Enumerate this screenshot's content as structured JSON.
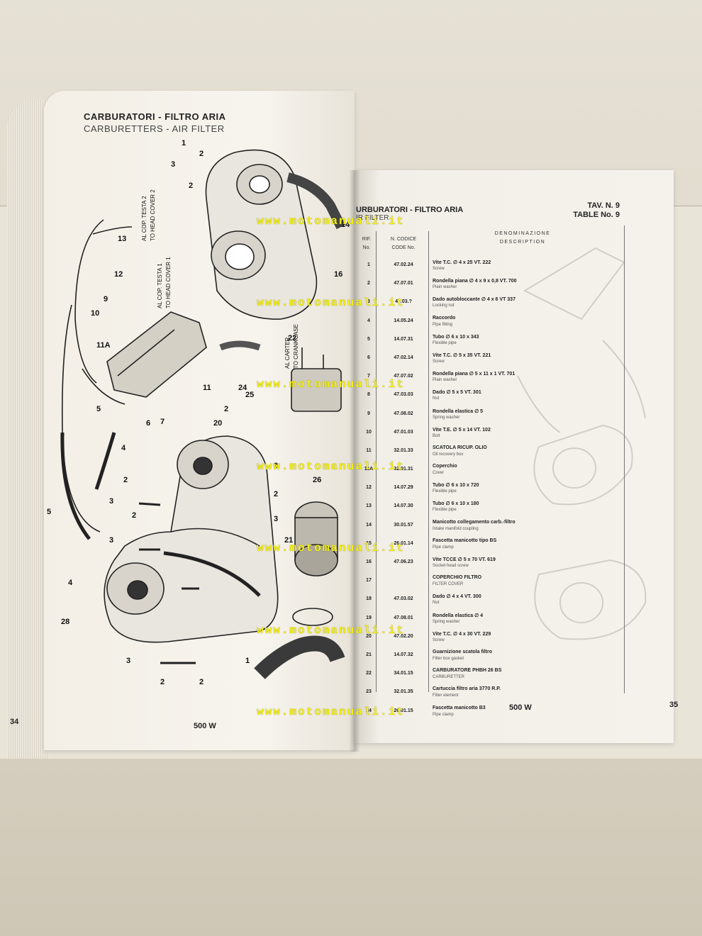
{
  "left_page": {
    "title_it": "CARBURATORI - FILTRO ARIA",
    "title_en": "CARBURETTERS - AIR FILTER",
    "page_number": "34",
    "model": "500 W",
    "diagram_labels": {
      "cover_head_2_it": "AL COP. TESTA 2",
      "cover_head_2_en": "TO HEAD COVER 2",
      "cover_head_1_it": "AL COP. TESTA 1",
      "cover_head_1_en": "TO HEAD COVER 1",
      "crankcase_it": "AL CARTER",
      "crankcase_en": "TO CRANKCASE"
    }
  },
  "right_page": {
    "title_it": "URBURATORI - FILTRO ARIA",
    "title_en": "IR FILTER",
    "table_it": "TAV. N. 9",
    "table_en": "TABLE No. 9",
    "page_number": "35",
    "model": "500 W",
    "col_ref": "RIF.",
    "col_ref_sub": "No.",
    "col_code": "N. CODICE",
    "col_code_sub": "CODE No.",
    "col_desc": "DENOMINAZIONE",
    "col_desc_sub": "DESCRIPTION",
    "rows": [
      {
        "ref": "1",
        "code": "47.02.24",
        "it": "Vite T.C. ∅ 4 x 25 VT. 222",
        "en": "Screw"
      },
      {
        "ref": "2",
        "code": "47.07.01",
        "it": "Rondella piana ∅ 4 x 9 x 0,8 VT. 700",
        "en": "Plain washer"
      },
      {
        "ref": "3",
        "code": "47.03.?",
        "it": "Dado autobloccante ∅ 4 x 6 VT 337",
        "en": "Locking nut"
      },
      {
        "ref": "4",
        "code": "14.05.24",
        "it": "Raccordo",
        "en": "Pipe fitting"
      },
      {
        "ref": "5",
        "code": "14.07.31",
        "it": "Tubo ∅ 6 x 10 x 343",
        "en": "Flexible pipe"
      },
      {
        "ref": "6",
        "code": "47.02.14",
        "it": "Vite T.C. ∅ 5 x 35 VT. 221",
        "en": "Screw"
      },
      {
        "ref": "7",
        "code": "47.07.02",
        "it": "Rondella piana ∅ 5 x 11 x 1 VT. 701",
        "en": "Plain washer"
      },
      {
        "ref": "8",
        "code": "47.03.03",
        "it": "Dado ∅ 5 x 5 VT. 301",
        "en": "Nut"
      },
      {
        "ref": "9",
        "code": "47.08.02",
        "it": "Rondella elastica ∅ 5",
        "en": "Spring washer"
      },
      {
        "ref": "10",
        "code": "47.01.03",
        "it": "Vite T.E. ∅ 5 x 14 VT. 102",
        "en": "Bolt"
      },
      {
        "ref": "11",
        "code": "32.01.33",
        "it": "SCATOLA RICUP. OLIO",
        "en": "Oil recovery box"
      },
      {
        "ref": "11A",
        "code": "32.01.31",
        "it": "Coperchio",
        "en": "Cover"
      },
      {
        "ref": "12",
        "code": "14.07.29",
        "it": "Tubo ∅ 6 x 10 x 720",
        "en": "Flexible pipe"
      },
      {
        "ref": "13",
        "code": "14.07.30",
        "it": "Tubo ∅ 6 x 10 x 180",
        "en": "Flexible pipe"
      },
      {
        "ref": "14",
        "code": "30.01.57",
        "it": "Manicotto collegamento carb.-filtro",
        "en": "Intake manifold coupling"
      },
      {
        "ref": "15",
        "code": "26.01.14",
        "it": "Fascetta manicotto tipo BS",
        "en": "Pipe clamp"
      },
      {
        "ref": "16",
        "code": "47.06.23",
        "it": "Vite TCCE ∅ 5 x 70 VT. 619",
        "en": "Socket head screw"
      },
      {
        "ref": "17",
        "code": "",
        "it": "COPERCHIO FILTRO",
        "en": "FILTER COVER"
      },
      {
        "ref": "18",
        "code": "47.03.02",
        "it": "Dado ∅ 4 x 4 VT. 300",
        "en": "Nut"
      },
      {
        "ref": "19",
        "code": "47.08.01",
        "it": "Rondella elastica ∅ 4",
        "en": "Spring washer"
      },
      {
        "ref": "20",
        "code": "47.02.20",
        "it": "Vite T.C. ∅ 4 x 30 VT. 229",
        "en": "Screw"
      },
      {
        "ref": "21",
        "code": "14.07.32",
        "it": "Guarnizione scatola filtro",
        "en": "Filter box gasket"
      },
      {
        "ref": "22",
        "code": "34.01.15",
        "it": "CARBURATORE PHBH 26 BS",
        "en": "CARBURETTER"
      },
      {
        "ref": "23",
        "code": "32.01.35",
        "it": "Cartuccia filtro aria 3770 R.P.",
        "en": "Filter element"
      },
      {
        "ref": "24",
        "code": "26.01.15",
        "it": "Fascetta manicotto B3",
        "en": "Pipe clamp"
      }
    ]
  },
  "watermark": "www.motomanuali.it",
  "colors": {
    "watermark": "#f2ee1a",
    "paper": "#f4f1ea",
    "ink": "#111111"
  }
}
